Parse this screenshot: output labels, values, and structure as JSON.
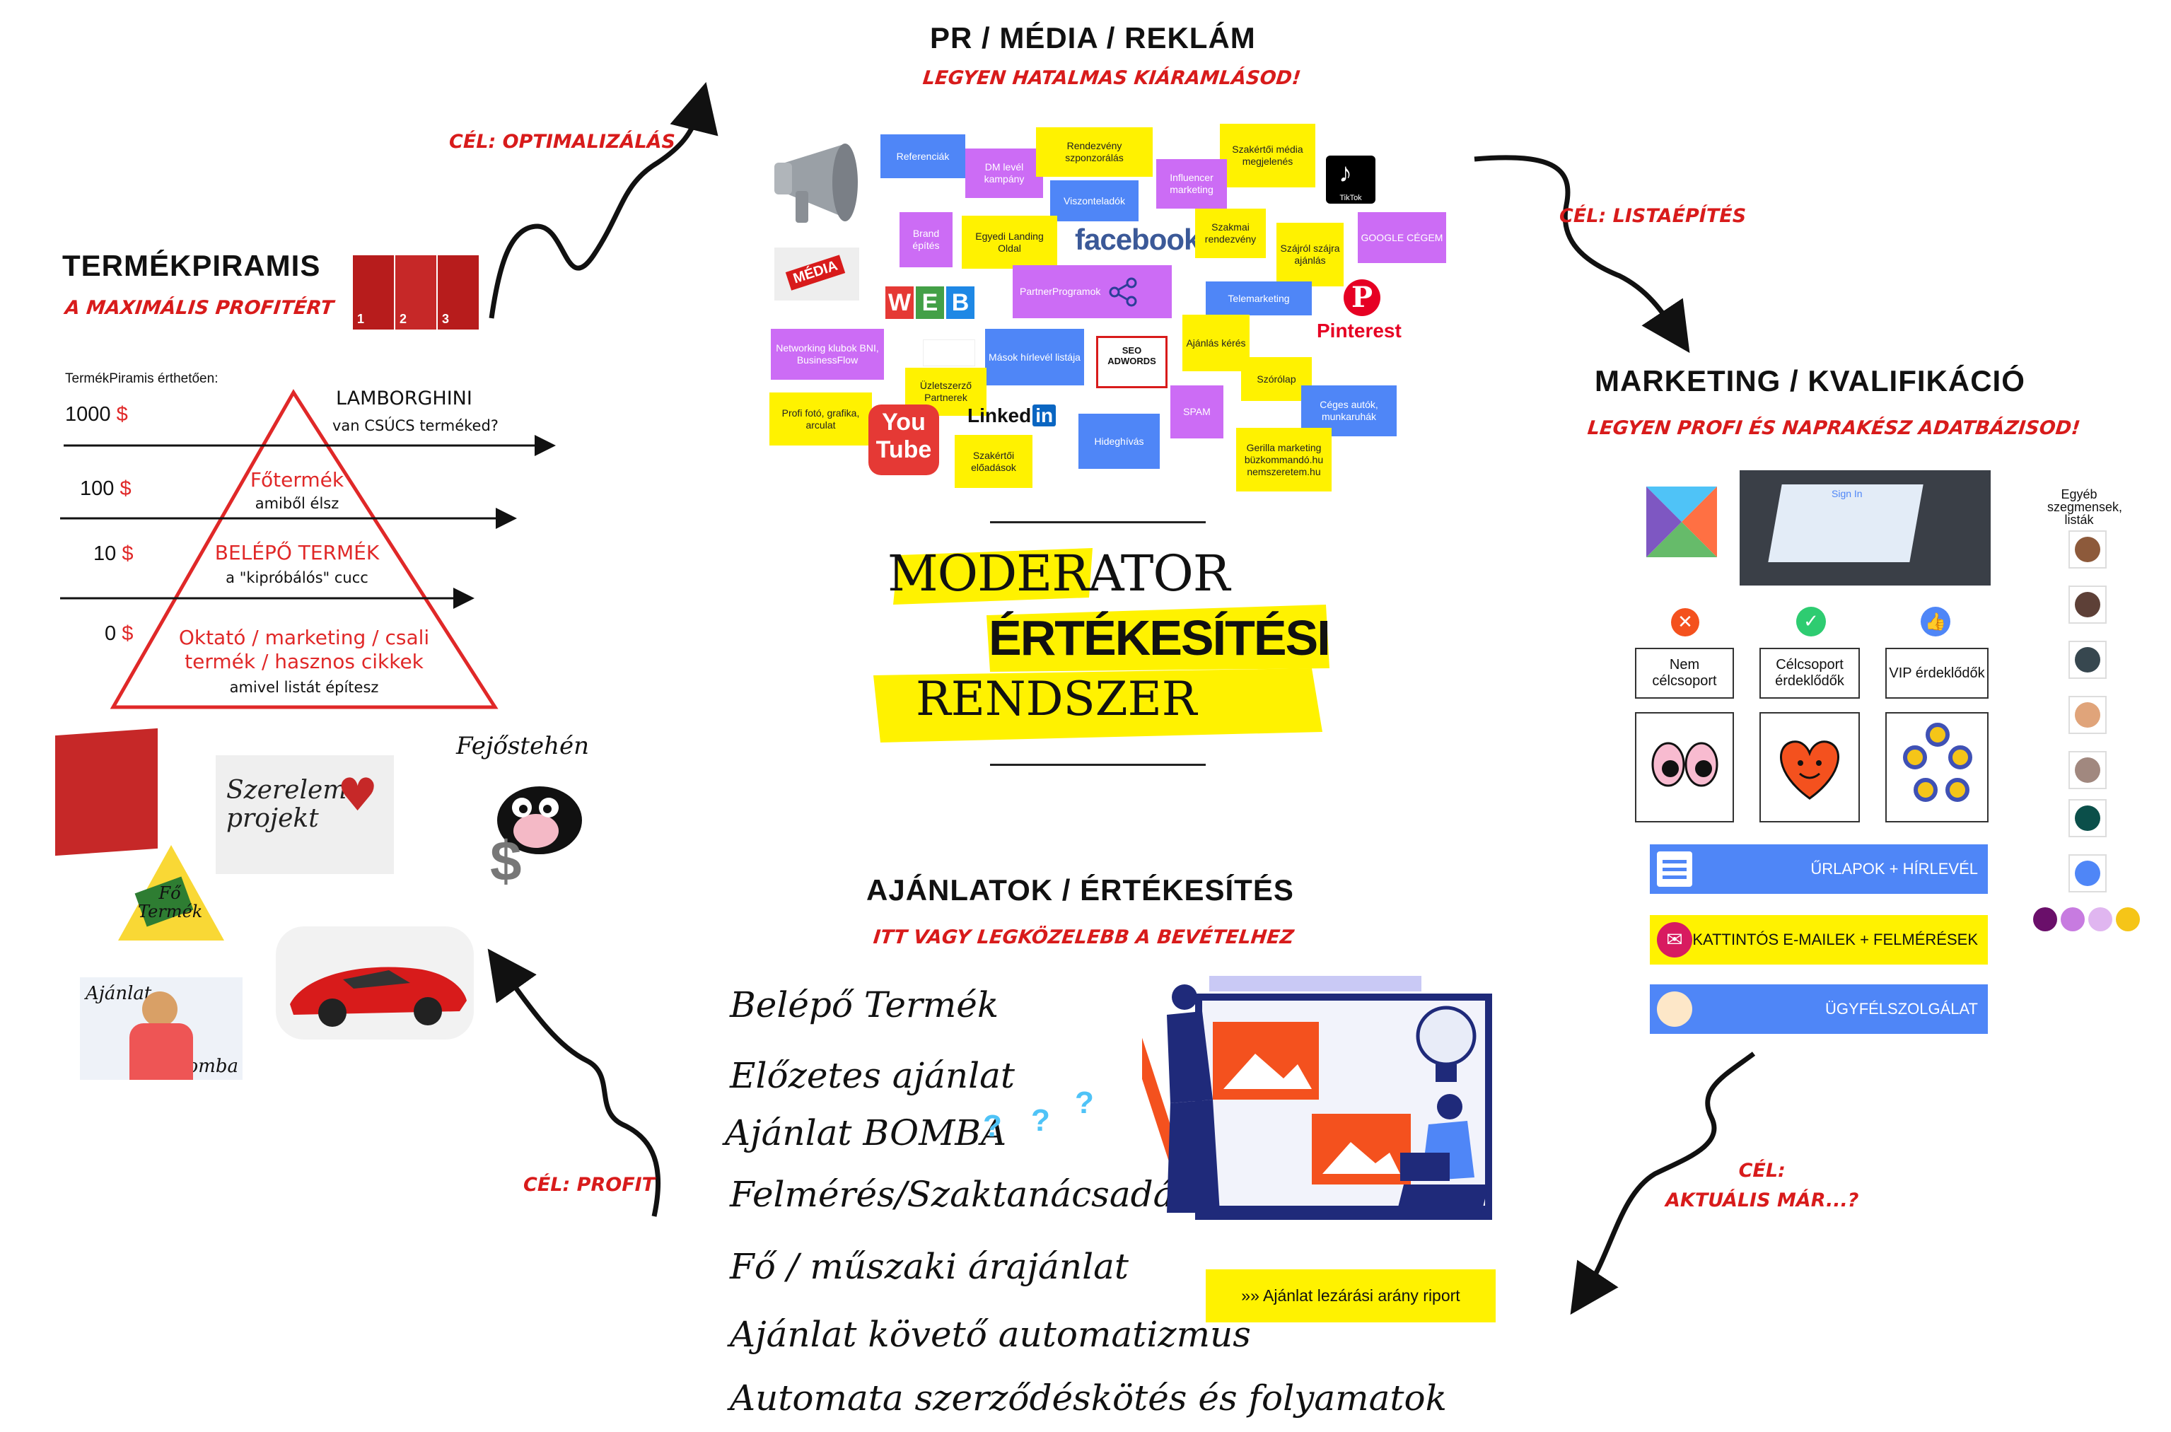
{
  "pr": {
    "title": "PR / MÉDIA / REKLÁM",
    "subtitle": "LEGYEN HATALMAS KIÁRAMLÁSOD!",
    "notes": {
      "referenciak": "Referenciák",
      "dm_level": "DM levél kampány",
      "rendezveny": "Rendezvény szponzorálás",
      "szakertoi_media": "Szakértői média megjelenés",
      "viszonteladok": "Viszonteladók",
      "influencer": "Influencer marketing",
      "brand": "Brand építés",
      "landing": "Egyedi Landing Oldal",
      "szakmai": "Szakmai rendezvény",
      "szajrol": "Szájról szájra ajánlás",
      "google": "GOOGLE CÉGEM",
      "partner": "PartnerProgramok",
      "telemarketing": "Telemarketing",
      "networking": "Networking klubok BNI, BusinessFlow",
      "masok": "Mások hírlevél listája",
      "ajanlas_keres": "Ajánlás kérés",
      "uzletszerzo": "Üzletszerző Partnerek",
      "szorolap": "Szórólap",
      "profi_foto": "Profi fotó, grafika, arculat",
      "spam": "SPAM",
      "ceges_autok": "Céges autók, munkaruhák",
      "szakertoi_eloadasok": "Szakértői előadások",
      "hideghivas": "Hideghívás",
      "gerilla": "Gerilla marketing büzkommandó.hu nemszeretem.hu"
    },
    "logos": {
      "facebook": "facebook",
      "pinterest": "Pinterest",
      "linkedin": "Linked",
      "linkedin_in": "in",
      "youtube_you": "You",
      "youtube_tube": "Tube",
      "tiktok": "TikTok",
      "seo": "SEO ADWORDS",
      "media": "MÉDIA"
    }
  },
  "cel_optimalizalas": "CÉL: OPTIMALIZÁLÁS",
  "cel_listaepites": "CÉL: LISTAÉPÍTÉS",
  "cel_profit": "CÉL: PROFIT",
  "cel_aktualis": "CÉL:\nAKTUÁLIS MÁR...?",
  "piramis": {
    "title": "TERMÉKPIRAMIS",
    "subtitle": "A MAXIMÁLIS PROFITÉRT",
    "caption": "TermékPiramis érthetően:",
    "levels": [
      {
        "price": "1000",
        "label": "LAMBORGHINI",
        "desc": "van CSÚCS terméked?"
      },
      {
        "price": "100",
        "label": "Főtermék",
        "desc": "amiből élsz"
      },
      {
        "price": "10",
        "label": "BELÉPŐ TERMÉK",
        "desc": "a \"kipróbálós\" cucc"
      },
      {
        "price": "0",
        "label": "Oktató / marketing / csali termék / hasznos cikkek",
        "desc": "amivel listát építesz"
      }
    ],
    "currency": "$",
    "book_nums": [
      "1",
      "2",
      "3"
    ]
  },
  "pics": {
    "szerelem": "Szerelem projekt",
    "fejostehen": "Fejőstehén",
    "fo_termek": "Fő Termék",
    "ajanlat": "Ajánlat",
    "bomba": "Bomba"
  },
  "center": {
    "line1": "MODERATOR",
    "line2": "ÉRTÉKESÍTÉSI",
    "line3": "RENDSZER"
  },
  "marketing": {
    "title": "MARKETING / KVALIFIKÁCIÓ",
    "subtitle": "LEGYEN PROFI ÉS NAPRAKÉSZ ADATBÁZISOD!",
    "side_label": "Egyéb szegmensek, listák",
    "signin": "Sign In",
    "categories": [
      "Nem célcsoport",
      "Célcsoport érdeklődők",
      "VIP érdeklődők"
    ],
    "bars": [
      "ŰRLAPOK + HÍRLEVÉL",
      "KATTINTÓS E-MAILEK + FELMÉRÉSEK",
      "ÜGYFÉLSZOLGÁLAT"
    ],
    "dot_colors": [
      "#6a0f6a",
      "#c77be0",
      "#e0b6f0",
      "#f5c518"
    ]
  },
  "ajanlatok": {
    "title": "AJÁNLATOK / ÉRTÉKESÍTÉS",
    "subtitle": "ITT VAGY LEGKÖZELEBB A BEVÉTELHEZ",
    "items": [
      "Belépő Termék",
      "Előzetes ajánlat",
      "Ajánlat BOMBA",
      "Felmérés/Szaktanácsadás",
      "Fő / műszaki árajánlat",
      "Ajánlat követő automatizmus",
      "Automata szerződéskötés és folyamatok"
    ],
    "question_marks": [
      "?",
      "?",
      "?"
    ],
    "report_button": "»» Ajánlat lezárási arány riport"
  },
  "colors": {
    "red": "#d81b1b",
    "yellow": "#fff200",
    "blue": "#4f86f7",
    "purple": "#cc6cf5",
    "navy": "#1f2a7a"
  }
}
